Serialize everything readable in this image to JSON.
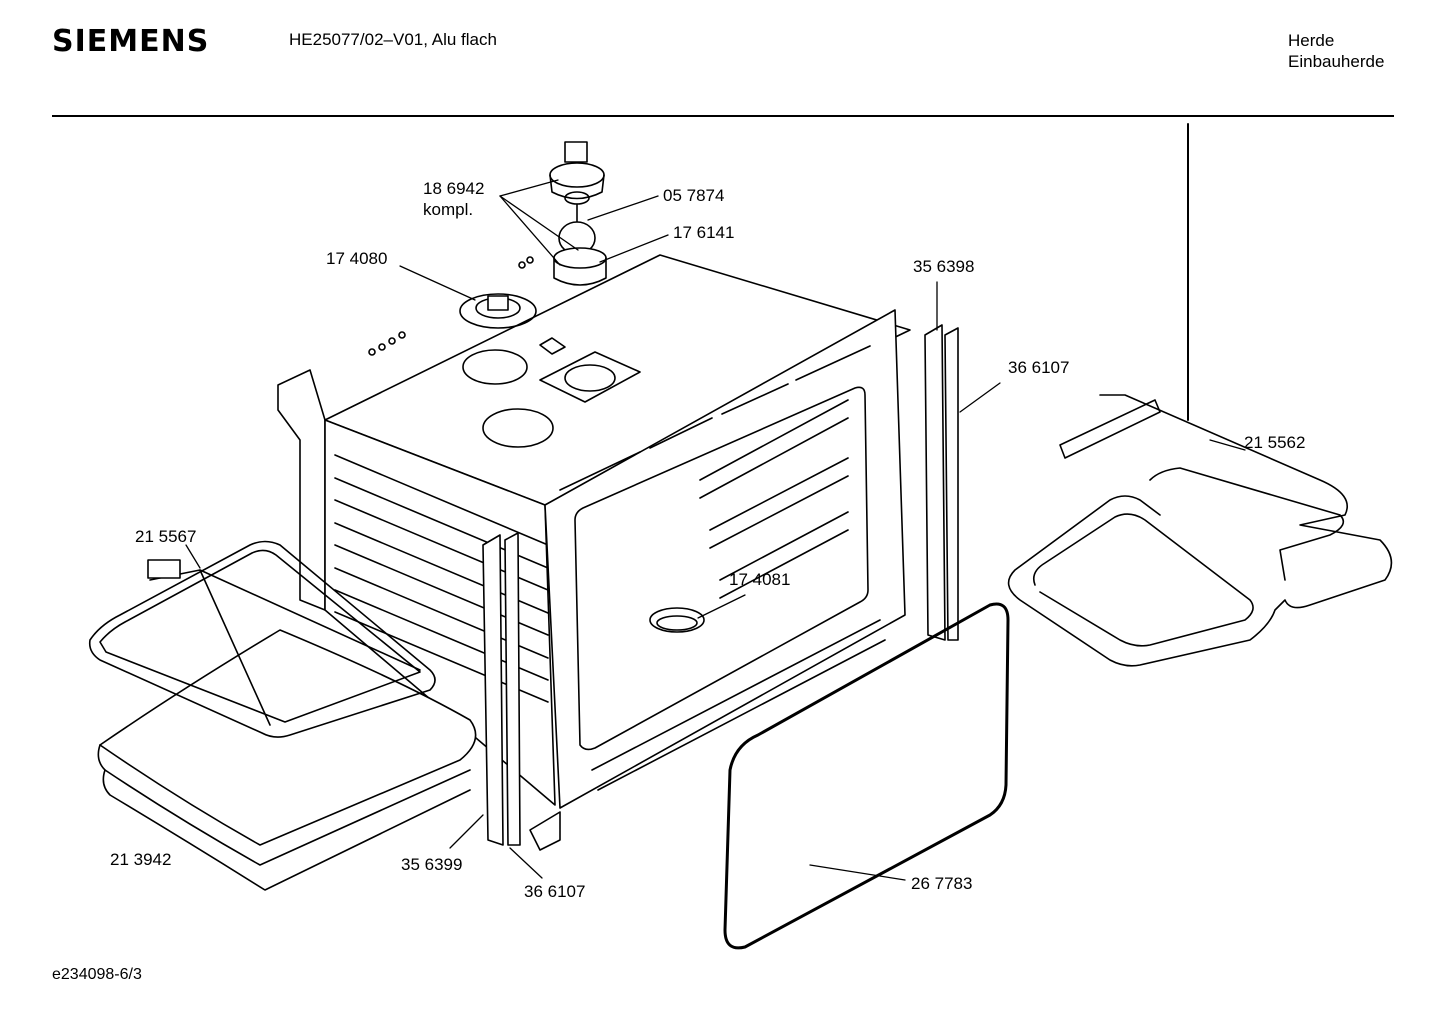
{
  "header": {
    "brand": "SIEMENS",
    "model": "HE25077/02–V01, Alu flach",
    "category_line1": "Herde",
    "category_line2": "Einbauherde"
  },
  "parts": {
    "p186942": "18 6942",
    "p186942_note": "kompl.",
    "p057874": "05 7874",
    "p176141": "17 6141",
    "p174080": "17 4080",
    "p356398": "35 6398",
    "p366107_right": "36 6107",
    "p215562": "21 5562",
    "p215567": "21 5567",
    "p174081": "17 4081",
    "p213942": "21 3942",
    "p356399": "35 6399",
    "p366107_bottom": "36 6107",
    "p267783": "26 7783"
  },
  "footer": {
    "drawing_id": "e234098-6/3"
  }
}
